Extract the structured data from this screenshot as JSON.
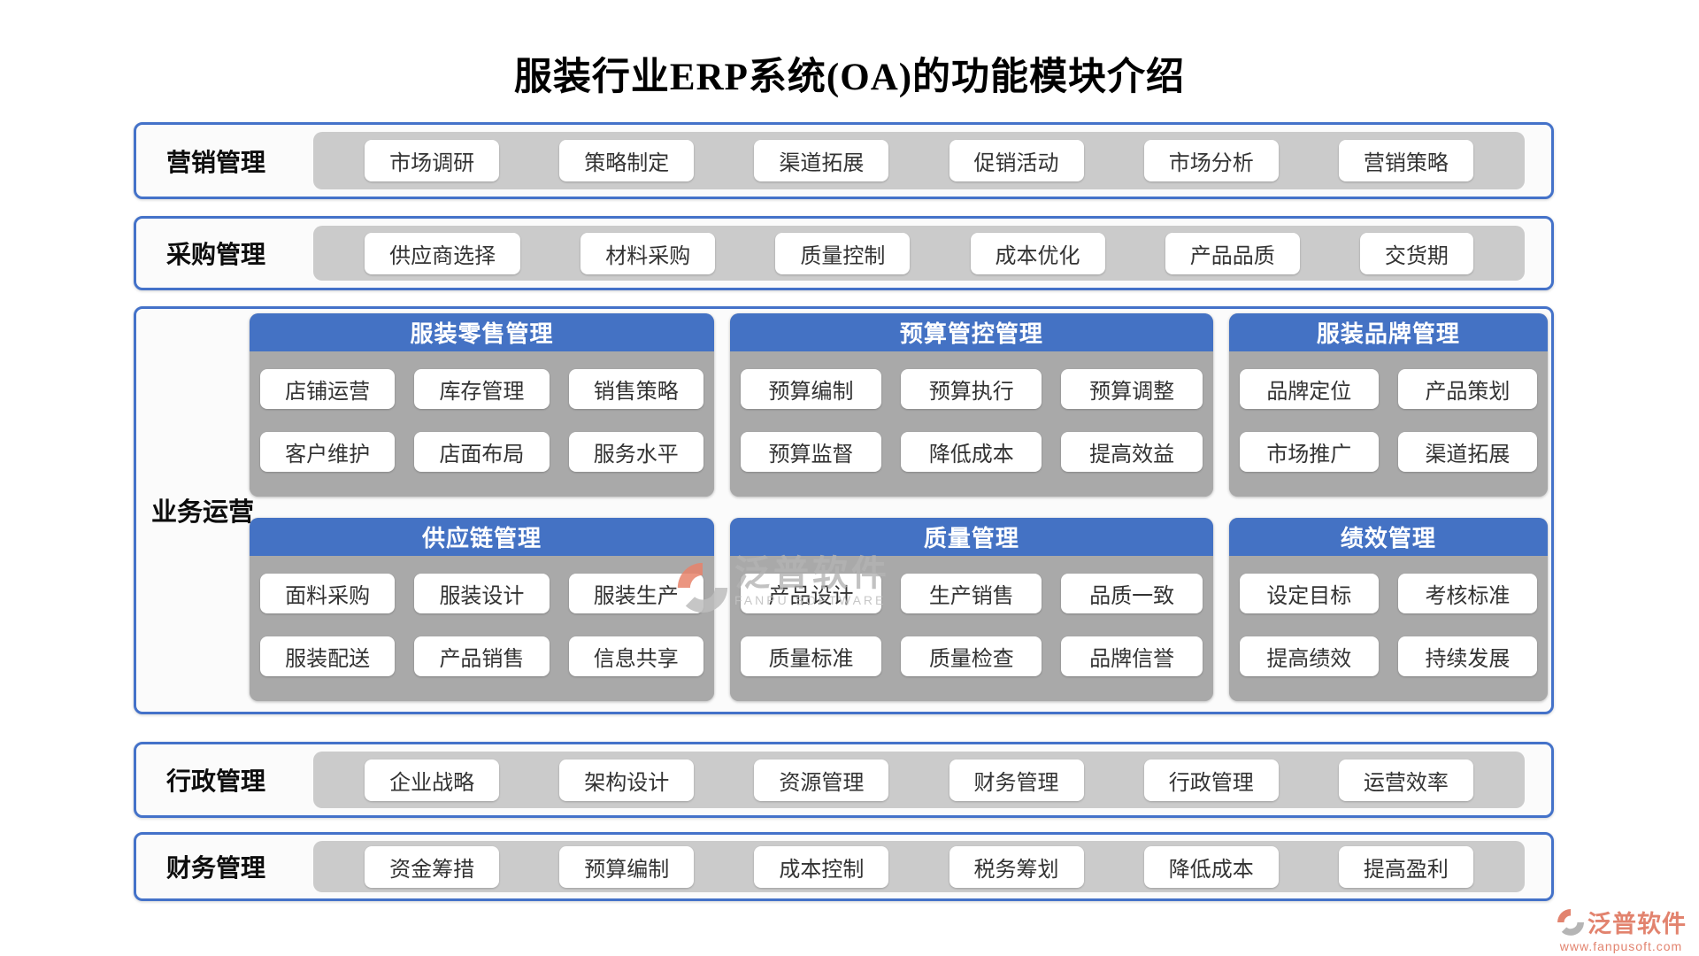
{
  "title": "服装行业ERP系统(OA)的功能模块介绍",
  "rows": [
    {
      "label": "营销管理",
      "buttons": [
        "市场调研",
        "策略制定",
        "渠道拓展",
        "促销活动",
        "市场分析",
        "营销策略"
      ]
    },
    {
      "label": "采购管理",
      "buttons": [
        "供应商选择",
        "材料采购",
        "质量控制",
        "成本优化",
        "产品品质",
        "交货期"
      ]
    },
    {
      "label": "行政管理",
      "buttons": [
        "企业战略",
        "架构设计",
        "资源管理",
        "财务管理",
        "行政管理",
        "运营效率"
      ]
    },
    {
      "label": "财务管理",
      "buttons": [
        "资金筹措",
        "预算编制",
        "成本控制",
        "税务筹划",
        "降低成本",
        "提高盈利"
      ]
    }
  ],
  "business_section": {
    "label": "业务运营",
    "panels": [
      {
        "title": "服装零售管理",
        "buttons": [
          "店铺运营",
          "库存管理",
          "销售策略",
          "客户维护",
          "店面布局",
          "服务水平"
        ]
      },
      {
        "title": "预算管控管理",
        "buttons": [
          "预算编制",
          "预算执行",
          "预算调整",
          "预算监督",
          "降低成本",
          "提高效益"
        ]
      },
      {
        "title": "服装品牌管理",
        "buttons": [
          "品牌定位",
          "产品策划",
          "市场推广",
          "渠道拓展"
        ]
      },
      {
        "title": "供应链管理",
        "buttons": [
          "面料采购",
          "服装设计",
          "服装生产",
          "服装配送",
          "产品销售",
          "信息共享"
        ]
      },
      {
        "title": "质量管理",
        "buttons": [
          "产品设计",
          "生产销售",
          "品质一致",
          "质量标准",
          "质量检查",
          "品牌信誉"
        ]
      },
      {
        "title": "绩效管理",
        "buttons": [
          "设定目标",
          "考核标准",
          "提高绩效",
          "持续发展"
        ]
      }
    ]
  },
  "watermark": {
    "name": "泛普软件",
    "subtext": "FANPU SOFTWARE"
  },
  "logo": {
    "name": "泛普软件",
    "url": "www.fanpusoft.com"
  },
  "colors": {
    "accent_blue": "#4472c4",
    "border_blue": "#4472c9",
    "strip_gray": "#cbcbcb",
    "panel_gray": "#a9a9a9",
    "logo_salmon": "#e2836e"
  }
}
